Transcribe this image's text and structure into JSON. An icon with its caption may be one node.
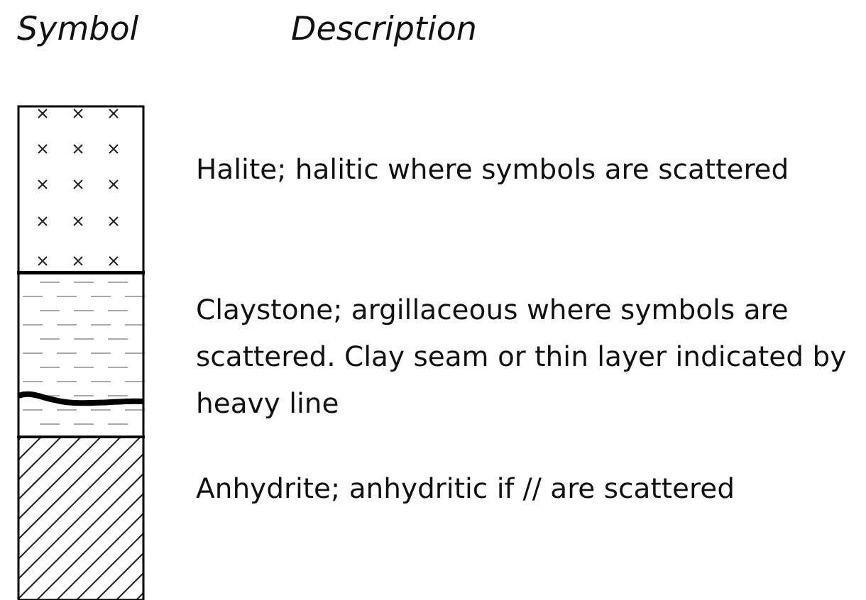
{
  "diagram": {
    "labels": [
      "Symbol",
      "Description"
    ],
    "legend": [
      {
        "text": "Halite; halitic where symbols are scattered"
      },
      {
        "text": "Claystone; argillaceous where symbols are scattered. Clay seam or thin layer indicated by heavy line"
      },
      {
        "text": "Anhydrite; anhydritic if // are scattered"
      }
    ]
  }
}
